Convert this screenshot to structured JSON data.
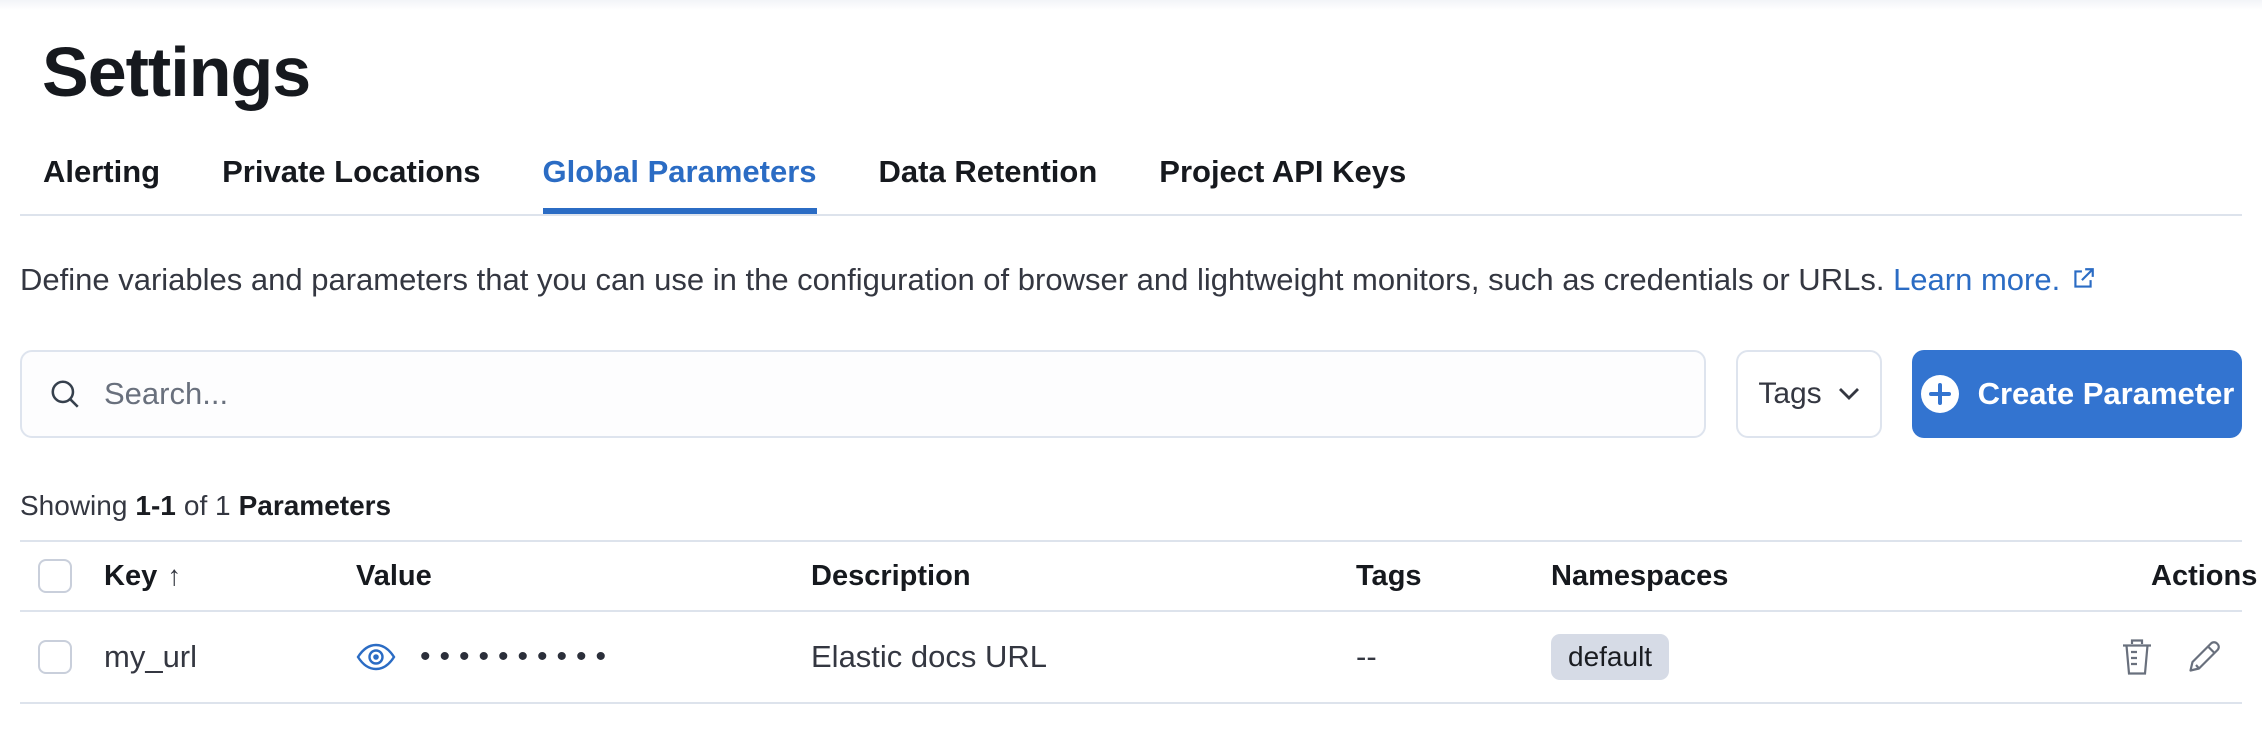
{
  "page": {
    "title": "Settings"
  },
  "tabs": [
    {
      "label": "Alerting",
      "active": false
    },
    {
      "label": "Private Locations",
      "active": false
    },
    {
      "label": "Global Parameters",
      "active": true
    },
    {
      "label": "Data Retention",
      "active": false
    },
    {
      "label": "Project API Keys",
      "active": false
    }
  ],
  "description": {
    "text": "Define variables and parameters that you can use in the configuration of browser and lightweight monitors, such as credentials or URLs.",
    "link_label": "Learn more."
  },
  "toolbar": {
    "search_placeholder": "Search...",
    "tags_label": "Tags",
    "create_label": "Create Parameter"
  },
  "summary": {
    "showing": "Showing",
    "range": "1-1",
    "of": "of 1",
    "entity": "Parameters"
  },
  "table": {
    "headers": {
      "key": "Key",
      "value": "Value",
      "description": "Description",
      "tags": "Tags",
      "namespaces": "Namespaces",
      "actions": "Actions"
    },
    "sort_indicator": "↑",
    "rows": [
      {
        "key": "my_url",
        "masked_value": "••••••••••",
        "description": "Elastic docs URL",
        "tags": "--",
        "namespace": "default"
      }
    ]
  },
  "colors": {
    "accent_link": "#2b6cc4",
    "button_bg": "#3374d0",
    "border": "#dde3ec",
    "text": "#343741",
    "heading": "#16191e",
    "badge_bg": "#d6dbe6",
    "icon_subdued": "#69707d"
  }
}
